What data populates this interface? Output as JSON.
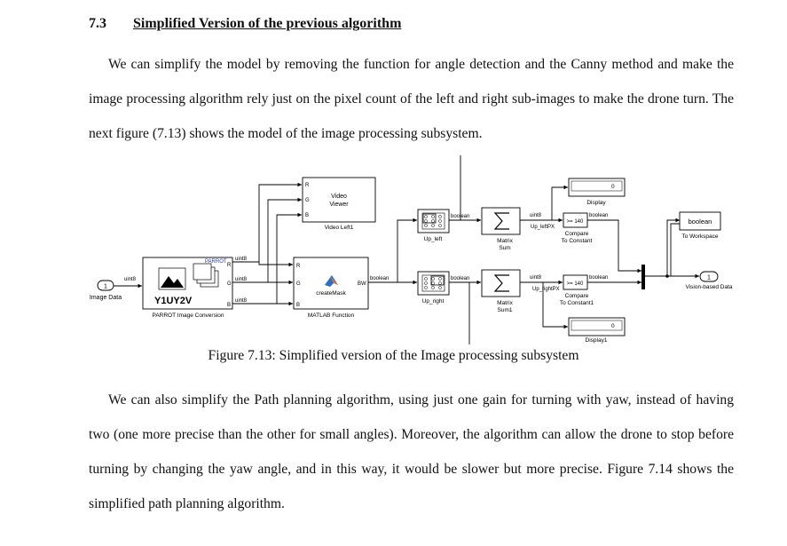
{
  "section": {
    "number": "7.3",
    "title": "Simplified Version of the previous algorithm"
  },
  "paragraph1": "We can simplify the model by removing the function for angle detection and the Canny method and make the image processing algorithm rely just on the pixel count of the left and right sub-images to make the drone turn. The next figure (7.13) shows the model of the image processing subsystem.",
  "figure": {
    "caption": "Figure 7.13: Simplified version of the Image processing subsystem",
    "blocks": {
      "inport": "1",
      "inport_label": "Image Data",
      "conv_brand": "PARROT",
      "conv_text": "Y1UY2V",
      "conv_label": "PARROT Image Conversion",
      "viewer_line1": "Video",
      "viewer_line2": "Viewer",
      "viewer_label": "Video Left1",
      "fn_text": "createMask",
      "fn_label": "MATLAB Function",
      "up_left": "Up_left",
      "up_right": "Up_right",
      "sum_label_a": "Matrix",
      "sum_label_b": "Sum",
      "sum1_label_b": "Sum1",
      "compare_a": "Compare",
      "compare_b": "To Constant",
      "compare1_b": "To Constant1",
      "compare_val": ">= 140",
      "display_val": "0",
      "display_label": "Display",
      "display1_label": "Display1",
      "workspace_text": "boolean",
      "workspace_label": "To Workspace",
      "outport": "1",
      "outport_label": "Vision-based Data",
      "sig_uint8": "uint8",
      "sig_boolean": "boolean",
      "sig_up_leftpx": "Up_leftPX",
      "sig_up_rightpx": "Up_rightPX",
      "port_r": "R",
      "port_g": "G",
      "port_b": "B",
      "port_bw": "BW"
    }
  },
  "paragraph2": "We can also simplify the Path planning algorithm, using just one gain for turning with yaw, instead of having two (one more precise than the other for small angles). Moreover, the algorithm can allow the drone to stop before turning by changing the yaw angle, and in this way, it would be slower but more precise. Figure 7.14 shows the simplified path planning algorithm."
}
